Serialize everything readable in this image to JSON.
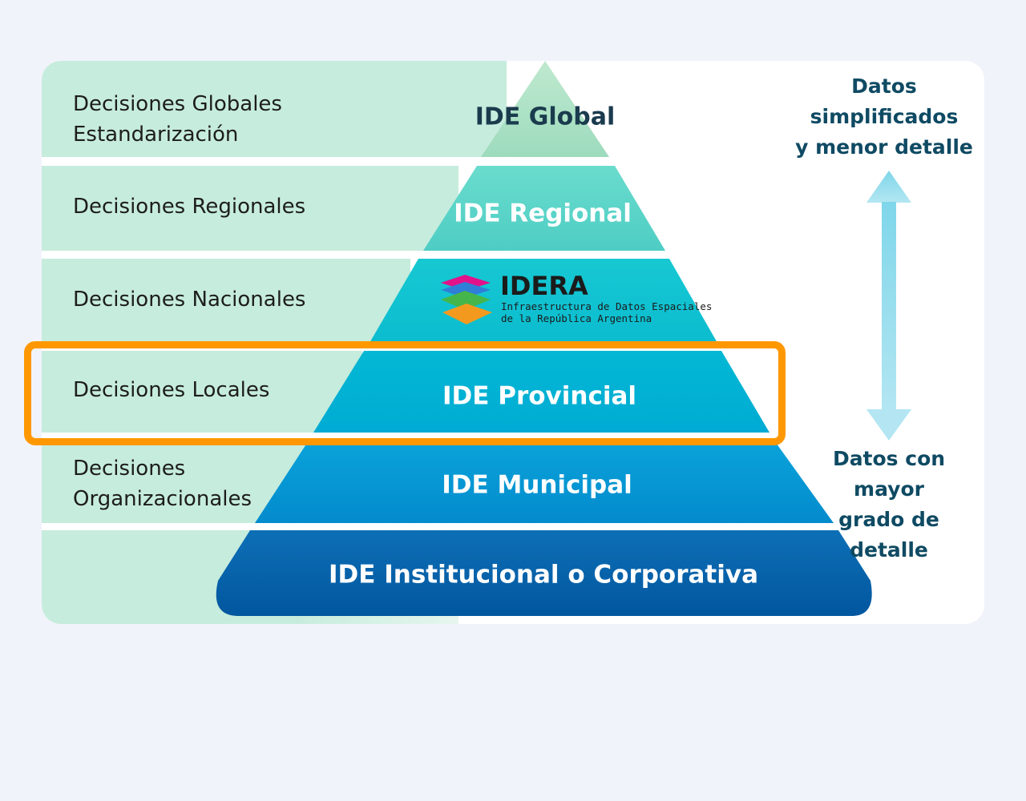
{
  "levels": [
    {
      "decision": "Decisiones Globales\nEstandarización",
      "tier": "IDE Global"
    },
    {
      "decision": "Decisiones Regionales",
      "tier": "IDE Regional"
    },
    {
      "decision": "Decisiones Nacionales",
      "tier": "IDERA"
    },
    {
      "decision": "Decisiones Locales",
      "tier": "IDE Provincial"
    },
    {
      "decision": "Decisiones\nOrganizacionales",
      "tier": "IDE Municipal"
    },
    {
      "decision": "",
      "tier": "IDE Institucional o Corporativa"
    }
  ],
  "idera_logo": {
    "title": "IDERA",
    "subtitle_line1": "Infraestructura de Datos Espaciales",
    "subtitle_line2": "de la República Argentina"
  },
  "scale": {
    "top_note": "Datos\nsimplificados\ny menor detalle",
    "bottom_note": "Datos con mayor\ngrado de\ndetalle"
  },
  "colors": {
    "band": "#c6ecdd",
    "tier_global": "#a6dfc2",
    "tier_regional": "#5fd4c8",
    "tier_nacional": "#13c0cf",
    "tier_provincial": "#01b2d2",
    "tier_municipal": "#0496d4",
    "tier_institucional": "#025fa5",
    "highlight": "#ff9800",
    "arrow": "#8fdcec"
  },
  "highlighted_level": "IDE Provincial"
}
